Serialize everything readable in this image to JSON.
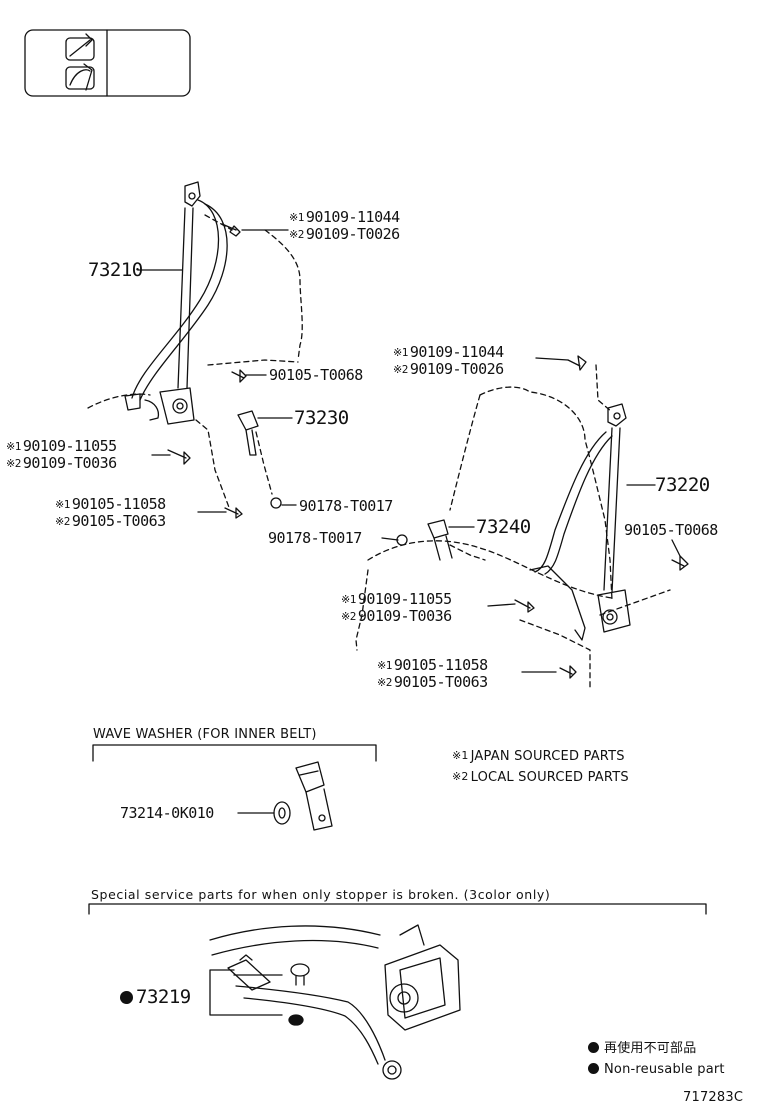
{
  "callouts": {
    "c1": {
      "mark1": "※1",
      "part1": "90109-11044",
      "mark2": "※2",
      "part2": "90109-T0026"
    },
    "c2": {
      "part": "73210"
    },
    "c3": {
      "part": "90105-T0068"
    },
    "c4": {
      "part": "73230"
    },
    "c5": {
      "mark1": "※1",
      "part1": "90109-11055",
      "mark2": "※2",
      "part2": "90109-T0036"
    },
    "c6": {
      "mark1": "※1",
      "part1": "90105-11058",
      "mark2": "※2",
      "part2": "90105-T0063"
    },
    "c7": {
      "part": "90178-T0017"
    },
    "c8": {
      "mark1": "※1",
      "part1": "90109-11044",
      "mark2": "※2",
      "part2": "90109-T0026"
    },
    "c9": {
      "part": "73220"
    },
    "c10": {
      "part": "90105-T0068"
    },
    "c11": {
      "part": "90178-T0017"
    },
    "c12": {
      "part": "73240"
    },
    "c13": {
      "mark1": "※1",
      "part1": "90109-11055",
      "mark2": "※2",
      "part2": "90109-T0036"
    },
    "c14": {
      "mark1": "※1",
      "part1": "90105-11058",
      "mark2": "※2",
      "part2": "90105-T0063"
    }
  },
  "wave_washer": {
    "title": "WAVE WASHER (FOR INNER BELT)",
    "part": "73214-0K010"
  },
  "legend": {
    "line1_mark": "※1",
    "line1": "JAPAN SOURCED PARTS",
    "line2_mark": "※2",
    "line2": "LOCAL SOURCED PARTS"
  },
  "special": {
    "title": "Special service parts for when only stopper is broken. (3color only)",
    "part": "73219"
  },
  "non_reusable": {
    "jp": "再使用不可部品",
    "en": "Non-reusable part"
  },
  "figure_id": "717283C"
}
